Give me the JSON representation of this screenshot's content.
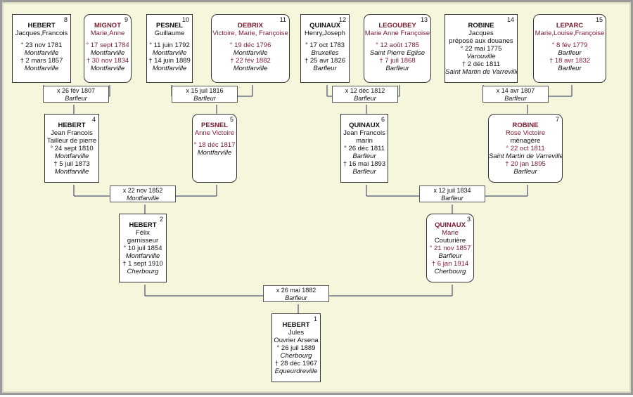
{
  "people": {
    "p1": {
      "num": "1",
      "surname": "HEBERT",
      "given": "Jules",
      "occupation": "Ouvrier Arsena",
      "events": [
        {
          "t": "° 26 juil 1889",
          "p": "Cherbourg"
        },
        {
          "t": "† 28 déc 1967",
          "p": "Equeurdreville"
        }
      ]
    },
    "p2": {
      "num": "2",
      "surname": "HEBERT",
      "given": "Félix",
      "occupation": "garnisseur",
      "events": [
        {
          "t": "° 10 juil 1854",
          "p": "Montfarville"
        },
        {
          "t": "† 1 sept 1910",
          "p": "Cherbourg"
        }
      ]
    },
    "p3": {
      "num": "3",
      "surname": "QUINAUX",
      "given": "Marie",
      "occupation": "Couturière",
      "events": [
        {
          "t": "° 21 nov 1857",
          "p": "Barfleur"
        },
        {
          "t": "† 6 jan 1914",
          "p": "Cherbourg"
        }
      ]
    },
    "p4": {
      "num": "4",
      "surname": "HEBERT",
      "given": "Jean Francois",
      "occupation": "Tailleur de pierre",
      "events": [
        {
          "t": "° 24 sept 1810",
          "p": "Montfarville"
        },
        {
          "t": "† 5 juil 1873",
          "p": "Montfarville"
        }
      ]
    },
    "p5": {
      "num": "5",
      "surname": "PESNEL",
      "given": "Anne Victoire",
      "occupation": "",
      "events": [
        {
          "t": "° 18 déc 1817",
          "p": "Montfarville"
        }
      ]
    },
    "p6": {
      "num": "6",
      "surname": "QUINAUX",
      "given": "Jean Francois",
      "occupation": "marin",
      "events": [
        {
          "t": "° 26 déc 1811",
          "p": "Barfleur"
        },
        {
          "t": "† 16 mai 1893",
          "p": "Barfleur"
        }
      ]
    },
    "p7": {
      "num": "7",
      "surname": "ROBINE",
      "given": "Rose Victoire",
      "occupation": "ménagère",
      "events": [
        {
          "t": "° 22 oct 1811",
          "p": "Saint Martin de Varreville"
        },
        {
          "t": "† 20 jan 1895",
          "p": "Barfleur"
        }
      ]
    },
    "p8": {
      "num": "8",
      "surname": "HEBERT",
      "given": "Jacques,Francois",
      "occupation": "",
      "events": [
        {
          "t": "° 23 nov 1781",
          "p": "Montfarville"
        },
        {
          "t": "† 2 mars 1857",
          "p": "Montfarville"
        }
      ]
    },
    "p9": {
      "num": "9",
      "surname": "MIGNOT",
      "given": "Marie,Anne",
      "occupation": "",
      "events": [
        {
          "t": "° 17 sept 1784",
          "p": "Montfarville"
        },
        {
          "t": "† 30 nov 1834",
          "p": "Montfarville"
        }
      ]
    },
    "p10": {
      "num": "10",
      "surname": "PESNEL",
      "given": "Guillaume",
      "occupation": "",
      "events": [
        {
          "t": "° 11 juin 1792",
          "p": "Montfarville"
        },
        {
          "t": "† 14 juin 1889",
          "p": "Montfarville"
        }
      ]
    },
    "p11": {
      "num": "11",
      "surname": "DEBRIX",
      "given": "Victoire, Marie, Françoise",
      "occupation": "",
      "events": [
        {
          "t": "° 19 déc 1796",
          "p": "Montfarville"
        },
        {
          "t": "† 22 fév 1882",
          "p": "Montfarville"
        }
      ]
    },
    "p12": {
      "num": "12",
      "surname": "QUINAUX",
      "given": "Henry,Joseph",
      "occupation": "",
      "events": [
        {
          "t": "° 17 oct 1783",
          "p": "Bruxelles"
        },
        {
          "t": "† 25 avr 1826",
          "p": "Barfleur"
        }
      ]
    },
    "p13": {
      "num": "13",
      "surname": "LEGOUBEY",
      "given": "Marie Anne Françoise",
      "occupation": "",
      "events": [
        {
          "t": "° 12 août 1785",
          "p": "Saint Pierre Eglise"
        },
        {
          "t": "† 7 juil 1868",
          "p": "Barfleur"
        }
      ]
    },
    "p14": {
      "num": "14",
      "surname": "ROBINE",
      "given": "Jacques",
      "occupation": "préposé aux douanes",
      "events": [
        {
          "t": "° 22 mai 1775",
          "p": "Varouville"
        },
        {
          "t": "† 2 déc 1811",
          "p": "Saint Martin de Varreville"
        }
      ]
    },
    "p15": {
      "num": "15",
      "surname": "LEPARC",
      "given": "Marie,Louise,Françoise",
      "occupation": "",
      "events": [
        {
          "t": "° 8 fév 1779",
          "p": "Barfleur"
        },
        {
          "t": "† 18 avr 1832",
          "p": "Barfleur"
        }
      ]
    }
  },
  "marriages": {
    "m1": {
      "date": "x 26 mai 1882",
      "place": "Barfleur"
    },
    "m2": {
      "date": "x 22 nov 1852",
      "place": "Montfarville"
    },
    "m3": {
      "date": "x 12 juil 1834",
      "place": "Barfleur"
    },
    "m4": {
      "date": "x 26 fév 1807",
      "place": "Barfleur"
    },
    "m5": {
      "date": "x 15 juil 1816",
      "place": "Barfleur"
    },
    "m6": {
      "date": "x 12 déc 1812",
      "place": "Barfleur"
    },
    "m7": {
      "date": "x 14 avr 1807",
      "place": "Barfleur"
    }
  },
  "colors": {
    "background": "#f6f6dc",
    "female_text": "#7a1a2e",
    "line": "#2a2f5a"
  }
}
